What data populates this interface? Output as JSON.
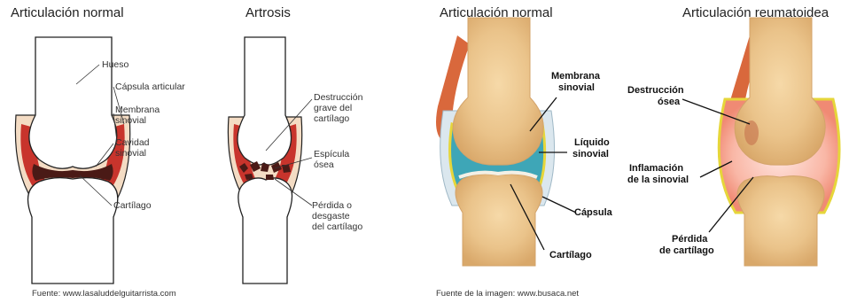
{
  "left_figure": {
    "normal": {
      "title": "Articulación normal",
      "labels": {
        "hueso": "Hueso",
        "capsula": "Cápsula articular",
        "membrana_1": "Membrana",
        "membrana_2": "sinovial",
        "cavidad_1": "Cavidad",
        "cavidad_2": "sinovial",
        "cartilago": "Cartílago"
      }
    },
    "artrosis": {
      "title": "Artrosis",
      "labels": {
        "destruccion_1": "Destrucción",
        "destruccion_2": "grave del",
        "destruccion_3": "cartílago",
        "espicula_1": "Espícula",
        "espicula_2": "ósea",
        "perdida_1": "Pérdida o",
        "perdida_2": "desgaste",
        "perdida_3": "del cartílago"
      }
    },
    "source": "Fuente: www.lasaluddelguitarrista.com"
  },
  "right_figure": {
    "normal": {
      "title": "Articulación normal",
      "labels": {
        "membrana_1": "Membrana",
        "membrana_2": "sinovial",
        "liquido_1": "Líquido",
        "liquido_2": "sinovial",
        "capsula": "Cápsula",
        "cartilago": "Cartílago"
      }
    },
    "reumatoidea": {
      "title": "Articulación reumatoidea",
      "labels": {
        "destruccion_1": "Destrucción",
        "destruccion_2": "ósea",
        "inflamacion_1": "Inflamación",
        "inflamacion_2": "de la sinovial",
        "perdida_1": "Pérdida",
        "perdida_2": "de cartílago"
      }
    },
    "source": "Fuente de la imagen: www.busaca.net"
  }
}
